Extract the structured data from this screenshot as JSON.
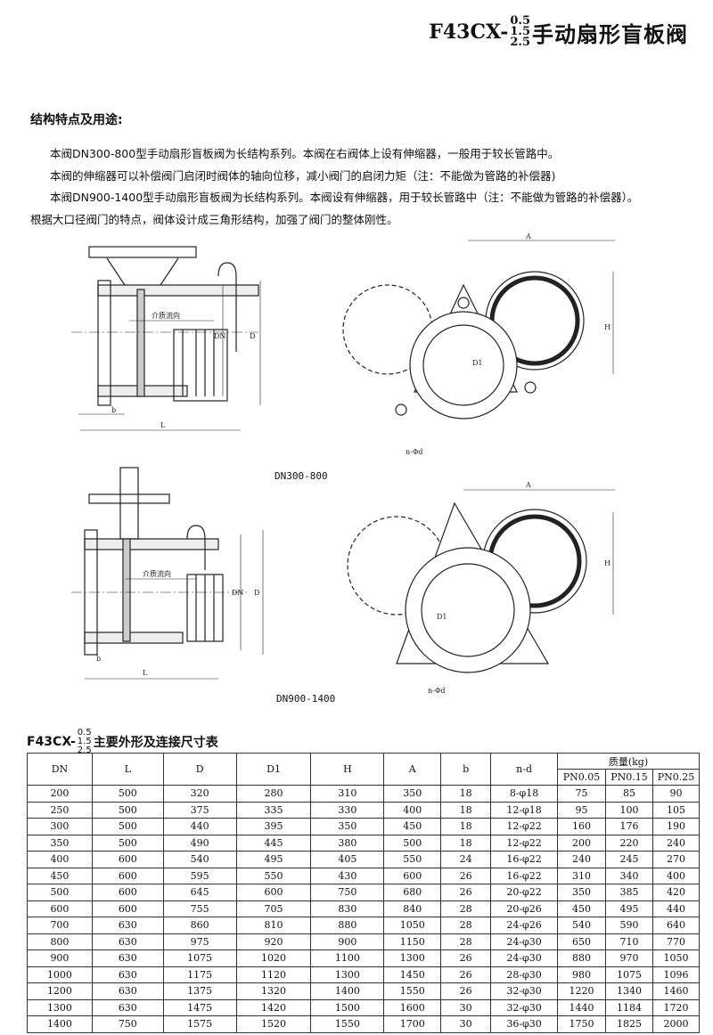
{
  "title": {
    "model": "F43CX-",
    "pressure_stack": [
      "0.5",
      "1.5",
      "2.5"
    ],
    "name": "手动扇形盲板阀"
  },
  "section_heading": "结构特点及用途:",
  "paragraphs": [
    "本阀DN300-800型手动扇形盲板阀为长结构系列。本阀在右阀体上设有伸缩器，一般用于较长管路中。",
    "本阀的伸缩器可以补偿阀门启闭时阀体的轴向位移，减小阀门的启闭力矩（注：不能做为管路的补偿器)",
    "本阀DN900-1400型手动扇形盲板阀为长结构系列。本阀设有伸缩器，用于较长管路中（注：不能做为管路的补偿器）。",
    "根据大口径阀门的特点，阀体设计成三角形结构，加强了阀门的整体刚性。"
  ],
  "drawings": {
    "flow_label": "介质流向",
    "labels": {
      "A": "A",
      "H": "H",
      "D1": "D1",
      "nd": "n-Φd",
      "DN": "DN",
      "D": "D",
      "b": "b",
      "L": "L"
    },
    "caption_1": "DN300-800",
    "caption_2": "DN900-1400"
  },
  "table": {
    "title_model": "F43CX-",
    "title_stack": [
      "0.5",
      "1.5",
      "2.5"
    ],
    "title_text": "主要外形及连接尺寸表",
    "headers": [
      "DN",
      "L",
      "D",
      "D1",
      "H",
      "A",
      "b",
      "n-d"
    ],
    "mass_header": "质量(kg)",
    "mass_cols": [
      "PN0.05",
      "PN0.15",
      "PN0.25"
    ],
    "rows": [
      [
        "200",
        "500",
        "320",
        "280",
        "310",
        "350",
        "18",
        "8-φ18",
        "75",
        "85",
        "90"
      ],
      [
        "250",
        "500",
        "375",
        "335",
        "330",
        "400",
        "18",
        "12-φ18",
        "95",
        "100",
        "105"
      ],
      [
        "300",
        "500",
        "440",
        "395",
        "350",
        "450",
        "18",
        "12-φ22",
        "160",
        "176",
        "190"
      ],
      [
        "350",
        "500",
        "490",
        "445",
        "380",
        "500",
        "18",
        "12-φ22",
        "200",
        "220",
        "240"
      ],
      [
        "400",
        "600",
        "540",
        "495",
        "405",
        "550",
        "24",
        "16-φ22",
        "240",
        "245",
        "270"
      ],
      [
        "450",
        "600",
        "595",
        "550",
        "430",
        "600",
        "26",
        "16-φ22",
        "310",
        "340",
        "400"
      ],
      [
        "500",
        "600",
        "645",
        "600",
        "750",
        "680",
        "26",
        "20-φ22",
        "350",
        "385",
        "420"
      ],
      [
        "600",
        "600",
        "755",
        "705",
        "830",
        "840",
        "28",
        "20-φ26",
        "450",
        "495",
        "440"
      ],
      [
        "700",
        "630",
        "860",
        "810",
        "880",
        "1050",
        "28",
        "24-φ26",
        "540",
        "590",
        "640"
      ],
      [
        "800",
        "630",
        "975",
        "920",
        "900",
        "1150",
        "28",
        "24-φ30",
        "650",
        "710",
        "770"
      ],
      [
        "900",
        "630",
        "1075",
        "1020",
        "1100",
        "1300",
        "26",
        "24-φ30",
        "880",
        "970",
        "1050"
      ],
      [
        "1000",
        "630",
        "1175",
        "1120",
        "1300",
        "1450",
        "26",
        "28-φ30",
        "980",
        "1075",
        "1096"
      ],
      [
        "1200",
        "630",
        "1375",
        "1320",
        "1400",
        "1550",
        "26",
        "32-φ30",
        "1220",
        "1340",
        "1460"
      ],
      [
        "1300",
        "630",
        "1475",
        "1420",
        "1500",
        "1600",
        "30",
        "32-φ30",
        "1440",
        "1184",
        "1720"
      ],
      [
        "1400",
        "750",
        "1575",
        "1520",
        "1550",
        "1700",
        "30",
        "36-φ30",
        "1750",
        "1825",
        "2000"
      ]
    ]
  }
}
